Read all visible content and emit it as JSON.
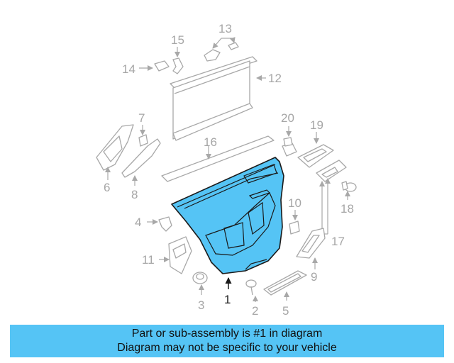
{
  "colors": {
    "accent": "#55c4f5",
    "part_line": "#a8a8a8",
    "main_outline": "#1a1a1a"
  },
  "callouts": {
    "c1": "1",
    "c2": "2",
    "c3": "3",
    "c4": "4",
    "c5": "5",
    "c6": "6",
    "c7": "7",
    "c8": "8",
    "c9": "9",
    "c10": "10",
    "c11": "11",
    "c12": "12",
    "c13": "13",
    "c14": "14",
    "c15": "15",
    "c16": "16",
    "c17": "17",
    "c18": "18",
    "c19": "19",
    "c20": "20"
  },
  "caption": {
    "line1": "Part or sub-assembly is #1 in diagram",
    "line2": "Diagram may not be specific to your vehicle"
  }
}
